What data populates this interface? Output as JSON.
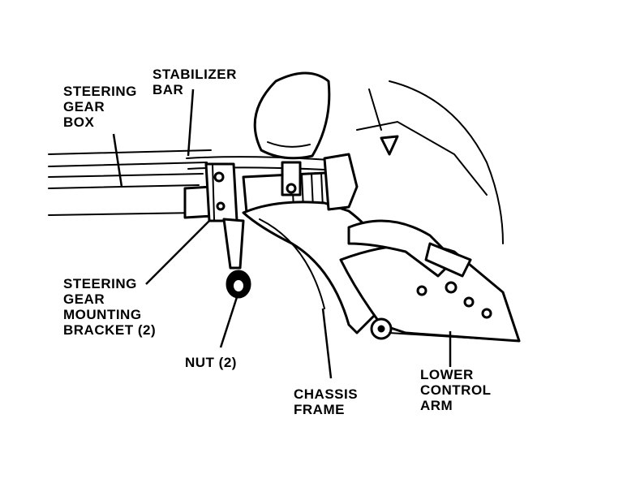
{
  "labels": {
    "stabilizer_bar": [
      "STABILIZER",
      "BAR"
    ],
    "steering_gear_box": [
      "STEERING",
      "GEAR",
      "BOX"
    ],
    "steering_gear_mounting_bracket": [
      "STEERING",
      "GEAR",
      "MOUNTING",
      "BRACKET (2)"
    ],
    "nut": [
      "NUT (2)"
    ],
    "chassis_frame": [
      "CHASSIS",
      "FRAME"
    ],
    "lower_control_arm": [
      "LOWER",
      "CONTROL",
      "ARM"
    ]
  }
}
